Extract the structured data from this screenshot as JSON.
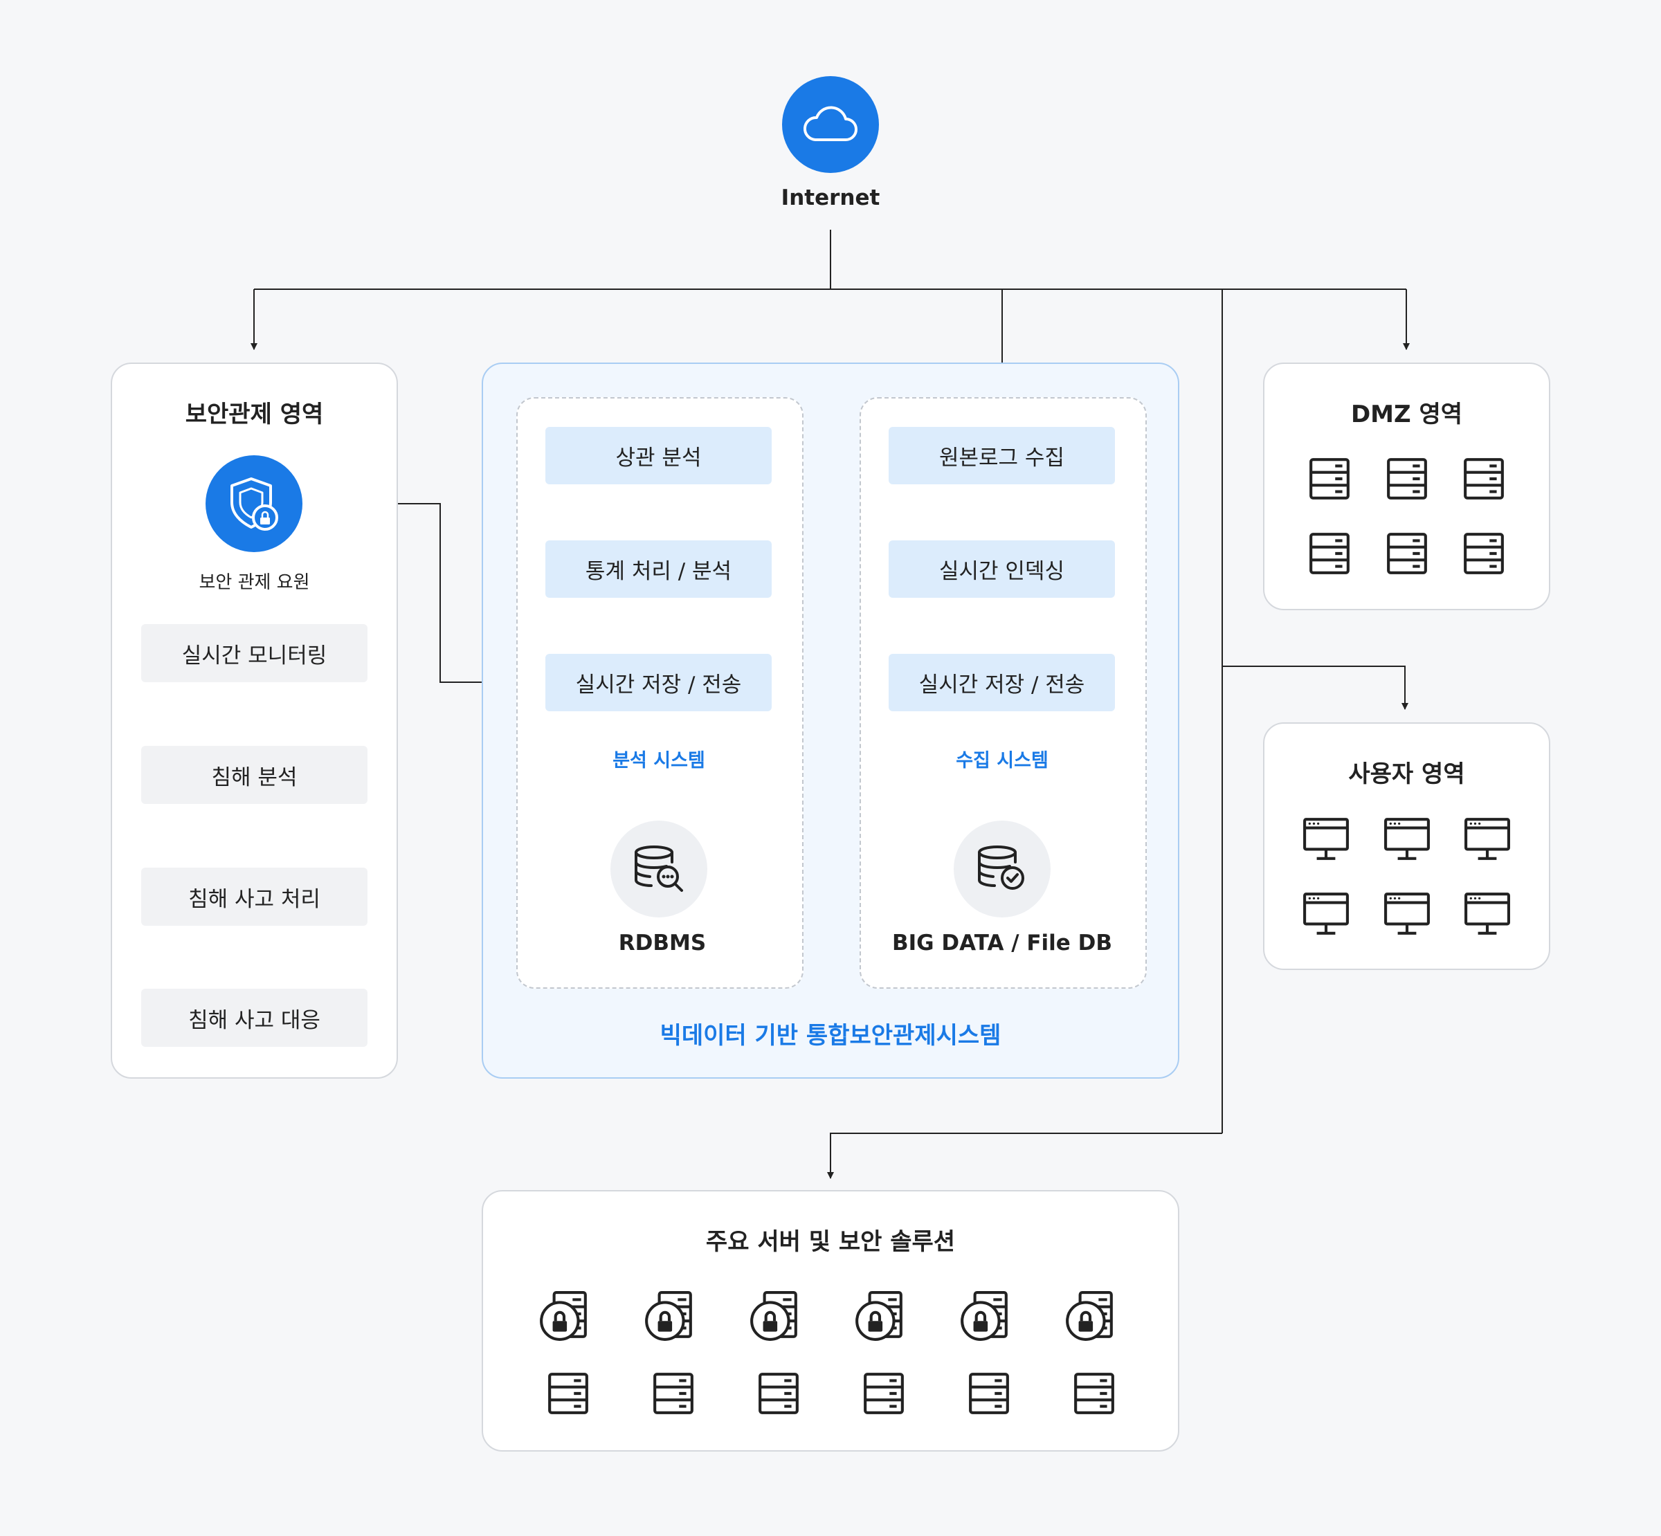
{
  "colors": {
    "brand": "#1a7ae6",
    "step_blue": "#dcecfc",
    "step_gray": "#f1f2f4",
    "panel_border": "#d5d8dd",
    "center_border": "#a9cdf3",
    "line": "#222222"
  },
  "internet": {
    "label": "Internet",
    "icon": "cloud-icon"
  },
  "security_area": {
    "title": "보안관제 영역",
    "staff_icon": "shield-lock-icon",
    "staff_label": "보안 관제 요원",
    "steps": [
      "실시간 모니터링",
      "침해 분석",
      "침해 사고 처리",
      "침해 사고 대응"
    ]
  },
  "bigdata_system": {
    "title": "빅데이터 기반 통합보안관제시스템",
    "analysis": {
      "steps": [
        "상관 분석",
        "통계 처리 / 분석",
        "실시간 저장 / 전송"
      ],
      "caption": "분석 시스템",
      "db_icon": "database-search-icon",
      "db_label": "RDBMS"
    },
    "collection": {
      "steps": [
        "원본로그 수집",
        "실시간 인덱싱",
        "실시간 저장 / 전송"
      ],
      "caption": "수집 시스템",
      "db_icon": "database-check-icon",
      "db_label": "BIG DATA / File DB"
    }
  },
  "dmz_area": {
    "title": "DMZ 영역",
    "icon": "server-icon",
    "count": 6
  },
  "user_area": {
    "title": "사용자 영역",
    "icon": "monitor-icon",
    "count": 6
  },
  "server_area": {
    "title": "주요 서버 및 보안 솔루션",
    "secure_icon": "secure-server-icon",
    "secure_count": 6,
    "server_icon": "server-icon",
    "server_count": 6
  }
}
